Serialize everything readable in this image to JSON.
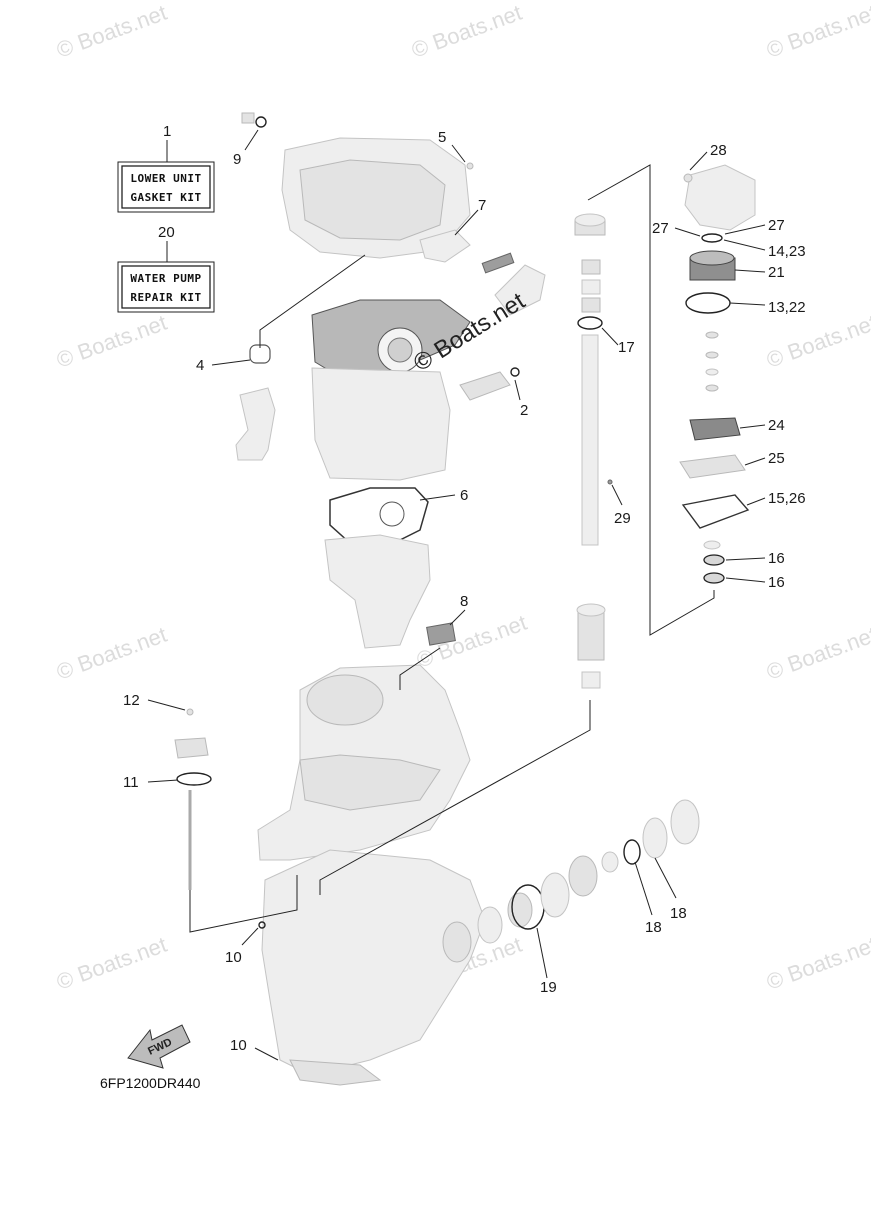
{
  "watermarks": [
    "© Boats.net",
    "© Boats.net",
    "© Boats.net",
    "© Boats.net",
    "© Boats.net",
    "© Boats.net",
    "© Boats.net",
    "© Boats.net",
    "© Boats.net",
    "© Boats.net",
    "© Boats.net",
    "© Boats.net"
  ],
  "center_watermark": "© Boats.net",
  "kit_boxes": [
    {
      "number": "1",
      "line1": "LOWER UNIT",
      "line2": "GASKET KIT"
    },
    {
      "number": "20",
      "line1": "WATER PUMP",
      "line2": "REPAIR KIT"
    }
  ],
  "callouts": [
    "9",
    "5",
    "7",
    "4",
    "2",
    "6",
    "8",
    "12",
    "11",
    "10",
    "10",
    "28",
    "27",
    "27",
    "14,23",
    "21",
    "13,22",
    "17",
    "24",
    "25",
    "15,26",
    "29",
    "16",
    "16",
    "18",
    "18",
    "19"
  ],
  "fwd_label": "FWD",
  "diagram_code": "6FP1200DR440"
}
